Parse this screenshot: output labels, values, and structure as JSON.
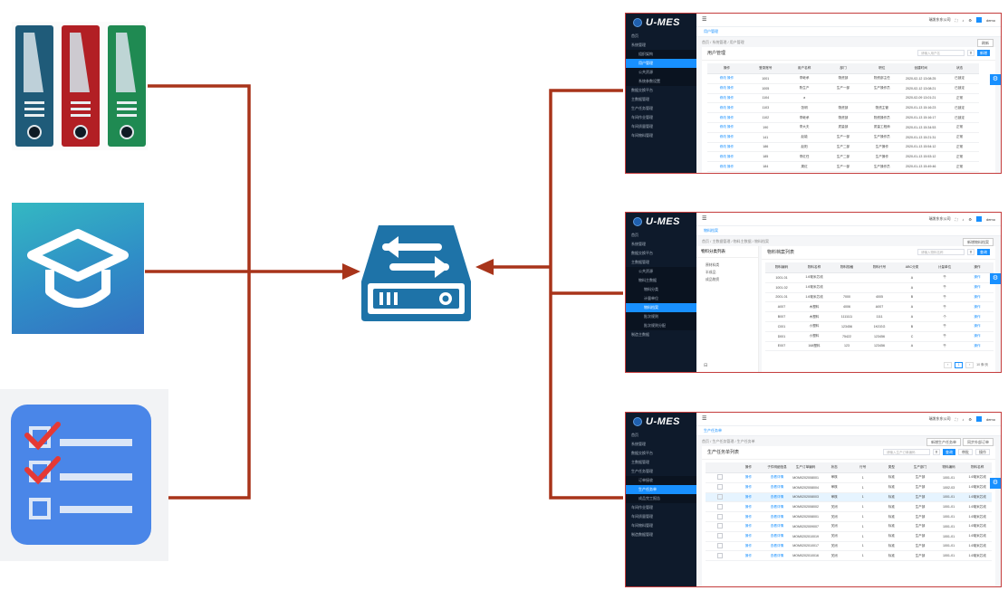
{
  "colors": {
    "connector": "#a8341a",
    "hub_blue": "#1e73a8",
    "sidebar_dark": "#0e1a2b",
    "primary": "#1890ff",
    "frame_red": "#c43c3c"
  },
  "icons": {
    "binders": "binders-icon",
    "education": "education-cap-icon",
    "checklist": "checklist-icon",
    "hub": "data-sync-drive-icon"
  },
  "screens": [
    {
      "brand": "U-MES",
      "company": "瑞发东东公司",
      "user": "demo",
      "tag": "用户管理",
      "breadcrumb": "首页 / 系统管理 / 用户管理",
      "right_button": "刷新",
      "card_title": "用户管理",
      "search_placeholder": "请输入用户名",
      "primary_button": "新增",
      "menu": [
        {
          "label": "首页",
          "level": 0,
          "active": false
        },
        {
          "label": "系统管理",
          "level": 0,
          "active": false
        },
        {
          "label": "组织架构",
          "level": 1,
          "active": false
        },
        {
          "label": "用户管理",
          "level": 1,
          "active": true
        },
        {
          "label": "公共资源",
          "level": 1,
          "active": false
        },
        {
          "label": "系统参数设置",
          "level": 1,
          "active": false
        },
        {
          "label": "数据交换平台",
          "level": 0,
          "active": false
        },
        {
          "label": "主数据管理",
          "level": 0,
          "active": false
        },
        {
          "label": "生产任务管理",
          "level": 0,
          "active": false
        },
        {
          "label": "车间作业管理",
          "level": 0,
          "active": false
        },
        {
          "label": "车间质量管理",
          "level": 0,
          "active": false
        },
        {
          "label": "车间物料管理",
          "level": 0,
          "active": false
        }
      ],
      "columns": [
        "操作",
        "登录账号",
        "用户名称",
        "部门",
        "职位",
        "创建时间",
        "状态"
      ],
      "rows": [
        [
          "修改 操作",
          "1001",
          "李继承",
          "物资部",
          "物资部主任",
          "2020-02-12 13:08:25",
          "已锁定"
        ],
        [
          "修改 操作",
          "1005",
          "陈生产",
          "生产一部",
          "生产操作员",
          "2020-02-12 13:08:21",
          "已锁定"
        ],
        [
          "修改 操作",
          "1104",
          "a",
          "",
          "",
          "2020-02-09 13:01:21",
          "正常"
        ],
        [
          "修改 操作",
          "1103",
          "张明",
          "物资部",
          "物资主管",
          "2020-01-13 15:16:23",
          "已锁定"
        ],
        [
          "修改 操作",
          "1102",
          "李继承",
          "物资部",
          "物资操作员",
          "2020-01-13 15:16:17",
          "已锁定"
        ],
        [
          "修改 操作",
          "190",
          "李大夫",
          "质量部",
          "质量工程师",
          "2020-01-13 15:34:53",
          "正常"
        ],
        [
          "修改 操作",
          "141",
          "赵能",
          "生产一部",
          "生产操作员",
          "2020-01-13 15:21:31",
          "正常"
        ],
        [
          "修改 操作",
          "186",
          "赵阳",
          "生产二部",
          "生产操作",
          "2020-01-13 15:54:12",
          "正常"
        ],
        [
          "修改 操作",
          "185",
          "李红任",
          "生产二部",
          "生产操作",
          "2020-01-13 15:53:12",
          "正常"
        ],
        [
          "修改 操作",
          "184",
          "周红",
          "生产一部",
          "生产操作员",
          "2020-01-13 15:49:46",
          "正常"
        ]
      ]
    },
    {
      "brand": "U-MES",
      "company": "瑞发东东公司",
      "user": "demo",
      "tag": "物料档案",
      "breadcrumb": "首页 / 主数据管理 / 物料主数据 / 物料档案",
      "right_button": "新增物料档案",
      "tree_title": "物料分类列表",
      "tree_items": [
        "原材料类",
        "半成品",
        "成品物资"
      ],
      "card_title": "物料档案列表",
      "search_placeholder": "请输入物料名称",
      "primary_button": "查询",
      "menu": [
        {
          "label": "首页",
          "level": 0,
          "active": false
        },
        {
          "label": "系统管理",
          "level": 0,
          "active": false
        },
        {
          "label": "数据交换平台",
          "level": 0,
          "active": false
        },
        {
          "label": "主数据管理",
          "level": 0,
          "active": false
        },
        {
          "label": "公共资源",
          "level": 1,
          "active": false
        },
        {
          "label": "物料主数据",
          "level": 1,
          "active": false
        },
        {
          "label": "物料分类",
          "level": 2,
          "active": false
        },
        {
          "label": "计量单位",
          "level": 2,
          "active": false
        },
        {
          "label": "物料档案",
          "level": 2,
          "active": true
        },
        {
          "label": "批次规则",
          "level": 2,
          "active": false
        },
        {
          "label": "批次规则分配",
          "level": 2,
          "active": false
        },
        {
          "label": "制造主数据",
          "level": 0,
          "active": false
        }
      ],
      "columns": [
        "物料编码",
        "物料名称",
        "物料规格",
        "物料代号",
        "ABC分类",
        "计量单位",
        "操作"
      ],
      "rows": [
        [
          "1001-01",
          "1.6毫米芯线",
          "",
          "",
          "A",
          "千",
          "操作"
        ],
        [
          "1001-02",
          "1.6毫米芯线",
          "",
          "",
          "A",
          "千",
          "操作"
        ],
        [
          "2001-01",
          "1.6毫米芯线",
          "7000",
          "4005",
          "B",
          "千",
          "操作"
        ],
        [
          "A007",
          "木塑料",
          "4006",
          "A007",
          "A",
          "千",
          "操作"
        ],
        [
          "B007",
          "木塑料",
          "1111111",
          "1111",
          "A",
          "个",
          "操作"
        ],
        [
          "C001",
          "小塑料",
          "123456",
          "1KGGG",
          "B",
          "千",
          "操作"
        ],
        [
          "D001",
          "小塑料",
          "75422",
          "123456",
          "C",
          "千",
          "操作"
        ],
        [
          "E007",
          "168塑料",
          "123",
          "123456",
          "A",
          "千",
          "操作"
        ]
      ],
      "pager_current": "1",
      "pager_size": "10 条/页"
    },
    {
      "brand": "U-MES",
      "company": "瑞发东东公司",
      "user": "demo",
      "tag": "生产任务单",
      "breadcrumb": "首页 / 生产任务管理 / 生产任务单",
      "right_button": "新增生产任务单",
      "right_button_2": "同步外部订单",
      "card_title": "生产任务单列表",
      "search_placeholder": "请输入生产订单编码",
      "primary_button": "查询",
      "extra_buttons": [
        "审批",
        "操作"
      ],
      "menu": [
        {
          "label": "首页",
          "level": 0,
          "active": false
        },
        {
          "label": "系统管理",
          "level": 0,
          "active": false
        },
        {
          "label": "数据交换平台",
          "level": 0,
          "active": false
        },
        {
          "label": "主数据管理",
          "level": 0,
          "active": false
        },
        {
          "label": "生产任务管理",
          "level": 0,
          "active": false
        },
        {
          "label": "订单接收",
          "level": 1,
          "active": false
        },
        {
          "label": "生产任务单",
          "level": 1,
          "active": true
        },
        {
          "label": "成品完工报告",
          "level": 1,
          "active": false
        },
        {
          "label": "车间作业管理",
          "level": 0,
          "active": false
        },
        {
          "label": "车间质量管理",
          "level": 0,
          "active": false
        },
        {
          "label": "车间物料管理",
          "level": 0,
          "active": false
        },
        {
          "label": "制造数据管理",
          "level": 0,
          "active": false
        }
      ],
      "columns": [
        "",
        "操作",
        "子件明细信息",
        "生产订单编码",
        "状态",
        "行号",
        "类型",
        "生产部门",
        "物料编码",
        "物料名称"
      ],
      "rows": [
        [
          "",
          "操作",
          "查看详情",
          "MOM0202008001",
          "审核",
          "1",
          "标准",
          "生产部",
          "1001-01",
          "1.6毫米芯线"
        ],
        [
          "",
          "操作",
          "查看详情",
          "MOM0202008004",
          "审核",
          "1",
          "标准",
          "生产部",
          "1002-03",
          "1.6毫米芯线"
        ],
        [
          "",
          "操作",
          "查看详情",
          "MOM0202008003",
          "审核",
          "1",
          "标准",
          "生产部",
          "1001-01",
          "1.6毫米芯线"
        ],
        [
          "",
          "操作",
          "查看详情",
          "MOM0202008002",
          "关闭",
          "1",
          "标准",
          "生产部",
          "1001-01",
          "1.6毫米芯线"
        ],
        [
          "",
          "操作",
          "查看详情",
          "MOM0202008001",
          "关闭",
          "1",
          "标准",
          "生产部",
          "1001-01",
          "1.6毫米芯线"
        ],
        [
          "",
          "操作",
          "查看详情",
          "MOM0202009007",
          "关闭",
          "1",
          "标准",
          "生产部",
          "1001-01",
          "1.6毫米芯线"
        ],
        [
          "",
          "操作",
          "查看详情",
          "MOM0202010019",
          "关闭",
          "1",
          "标准",
          "生产部",
          "1001-01",
          "1.6毫米芯线"
        ],
        [
          "",
          "操作",
          "查看详情",
          "MOM0202010017",
          "关闭",
          "1",
          "标准",
          "生产部",
          "1001-01",
          "1.6毫米芯线"
        ],
        [
          "",
          "操作",
          "查看详情",
          "MOM0202010016",
          "关闭",
          "1",
          "标准",
          "生产部",
          "1001-01",
          "1.6毫米芯线"
        ]
      ],
      "highlight_row": 2
    }
  ]
}
